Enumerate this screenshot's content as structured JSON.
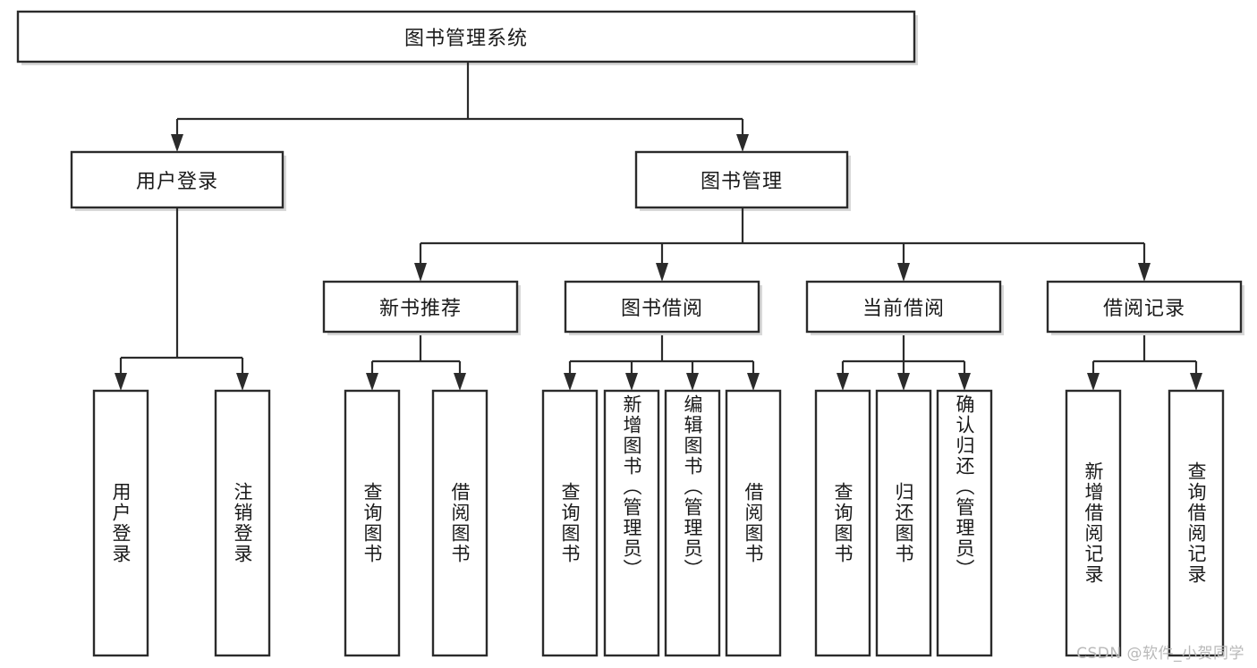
{
  "diagram": {
    "type": "tree-hierarchy",
    "title": "图书管理系统",
    "orientation": "top-down",
    "colors": {
      "box_stroke": "#2b2b2b",
      "box_fill": "#ffffff",
      "connector": "#2b2b2b",
      "shadow": "#b8b8b8",
      "text": "#1a1a1a",
      "watermark": "#b9b9b9",
      "background": "#ffffff"
    },
    "root": {
      "id": "root",
      "label": "图书管理系统",
      "orientation": "horizontal"
    },
    "level2": [
      {
        "id": "user-login",
        "label": "用户登录",
        "orientation": "horizontal"
      },
      {
        "id": "book-management",
        "label": "图书管理",
        "orientation": "horizontal"
      }
    ],
    "level3": [
      {
        "id": "new-book-recommend",
        "label": "新书推荐",
        "orientation": "horizontal",
        "parent": "book-management"
      },
      {
        "id": "book-borrow",
        "label": "图书借阅",
        "orientation": "horizontal",
        "parent": "book-management"
      },
      {
        "id": "current-borrow",
        "label": "当前借阅",
        "orientation": "horizontal",
        "parent": "book-management"
      },
      {
        "id": "borrow-record",
        "label": "借阅记录",
        "orientation": "horizontal",
        "parent": "book-management"
      }
    ],
    "leaves": [
      {
        "id": "leaf-user-login",
        "label": "用户登录",
        "parent": "user-login",
        "orientation": "vertical"
      },
      {
        "id": "leaf-logout",
        "label": "注销登录",
        "parent": "user-login",
        "orientation": "vertical"
      },
      {
        "id": "leaf-query-book-1",
        "label": "查询图书",
        "parent": "new-book-recommend",
        "orientation": "vertical"
      },
      {
        "id": "leaf-borrow-book-1",
        "label": "借阅图书",
        "parent": "new-book-recommend",
        "orientation": "vertical"
      },
      {
        "id": "leaf-query-book-2",
        "label": "查询图书",
        "parent": "book-borrow",
        "orientation": "vertical"
      },
      {
        "id": "leaf-add-book",
        "label": "新增图书（管理员）",
        "parent": "book-borrow",
        "orientation": "vertical"
      },
      {
        "id": "leaf-edit-book",
        "label": "编辑图书（管理员）",
        "parent": "book-borrow",
        "orientation": "vertical"
      },
      {
        "id": "leaf-borrow-book-2",
        "label": "借阅图书",
        "parent": "book-borrow",
        "orientation": "vertical"
      },
      {
        "id": "leaf-query-book-3",
        "label": "查询图书",
        "parent": "current-borrow",
        "orientation": "vertical"
      },
      {
        "id": "leaf-return-book",
        "label": "归还图书",
        "parent": "current-borrow",
        "orientation": "vertical"
      },
      {
        "id": "leaf-confirm-return",
        "label": "确认归还（管理员）",
        "parent": "current-borrow",
        "orientation": "vertical"
      },
      {
        "id": "leaf-add-record",
        "label": "新增借阅记录",
        "parent": "borrow-record",
        "orientation": "vertical"
      },
      {
        "id": "leaf-query-record",
        "label": "查询借阅记录",
        "parent": "borrow-record",
        "orientation": "vertical"
      }
    ]
  },
  "watermark": {
    "text": "CSDN @软件_小贺同学"
  }
}
